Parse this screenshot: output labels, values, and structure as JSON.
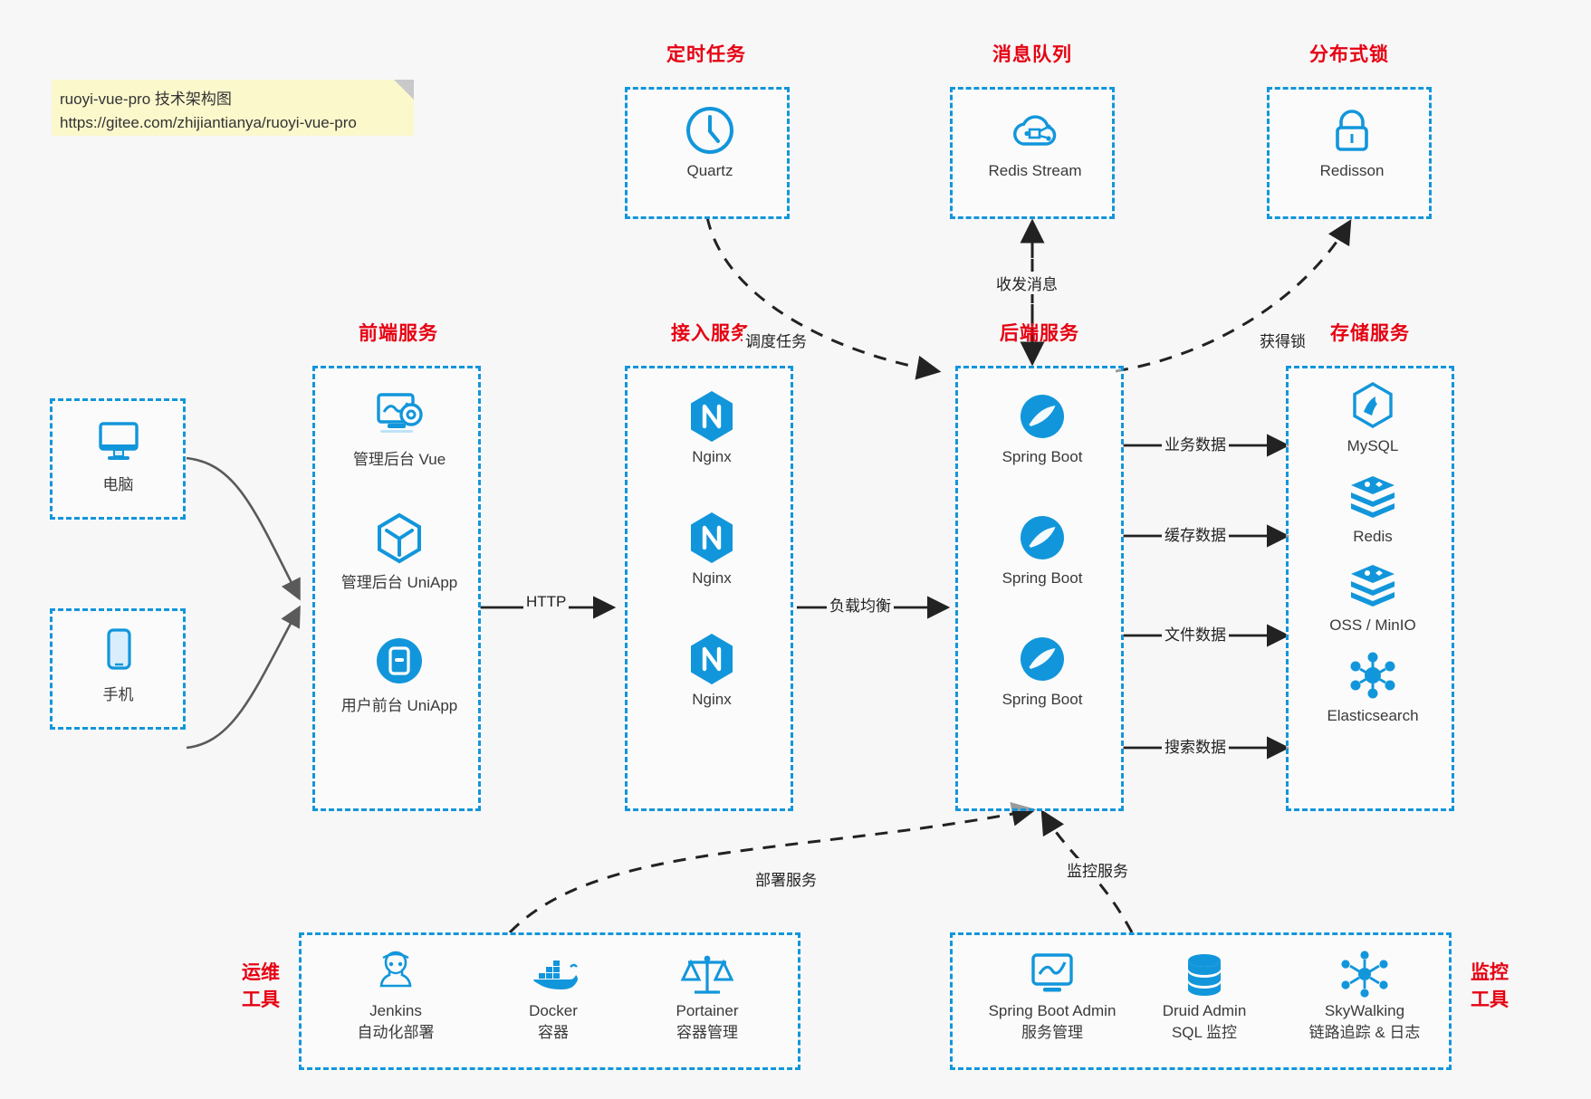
{
  "note": {
    "line1": "ruoyi-vue-pro 技术架构图",
    "line2": "https://gitee.com/zhijiantianya/ruoyi-vue-pro"
  },
  "colors": {
    "accent": "#1296db",
    "title_red": "#e60012",
    "background": "#f7f7f7",
    "note_bg": "#fbf8cc",
    "arrow": "#222222",
    "client_arrow": "#5a5a5a"
  },
  "groups": {
    "schedule": {
      "title": "定时任务",
      "nodes": [
        {
          "label": "Quartz",
          "icon": "clock-icon"
        }
      ]
    },
    "mq": {
      "title": "消息队列",
      "nodes": [
        {
          "label": "Redis Stream",
          "icon": "cloud-stream-icon"
        }
      ]
    },
    "lock": {
      "title": "分布式锁",
      "nodes": [
        {
          "label": "Redisson",
          "icon": "lock-icon"
        }
      ]
    },
    "clients": {
      "nodes": [
        {
          "label": "电脑",
          "icon": "desktop-icon"
        },
        {
          "label": "手机",
          "icon": "mobile-icon"
        }
      ]
    },
    "frontend": {
      "title": "前端服务",
      "nodes": [
        {
          "label": "管理后台 Vue",
          "icon": "dashboard-gear-icon"
        },
        {
          "label": "管理后台 UniApp",
          "icon": "cube-icon"
        },
        {
          "label": "用户前台 UniApp",
          "icon": "app-icon"
        }
      ]
    },
    "gateway": {
      "title": "接入服务",
      "nodes": [
        {
          "label": "Nginx",
          "icon": "nginx-icon"
        },
        {
          "label": "Nginx",
          "icon": "nginx-icon"
        },
        {
          "label": "Nginx",
          "icon": "nginx-icon"
        }
      ]
    },
    "backend": {
      "title": "后端服务",
      "nodes": [
        {
          "label": "Spring Boot",
          "icon": "spring-boot-icon"
        },
        {
          "label": "Spring Boot",
          "icon": "spring-boot-icon"
        },
        {
          "label": "Spring Boot",
          "icon": "spring-boot-icon"
        }
      ]
    },
    "storage": {
      "title": "存储服务",
      "nodes": [
        {
          "label": "MySQL",
          "icon": "mysql-icon"
        },
        {
          "label": "Redis",
          "icon": "redis-icon"
        },
        {
          "label": "OSS / MinIO",
          "icon": "oss-minio-icon"
        },
        {
          "label": "Elasticsearch",
          "icon": "elasticsearch-icon"
        }
      ]
    },
    "devops": {
      "title_line1": "运维",
      "title_line2": "工具",
      "nodes": [
        {
          "label": "Jenkins",
          "sub": "自动化部署",
          "icon": "jenkins-icon"
        },
        {
          "label": "Docker",
          "sub": "容器",
          "icon": "docker-icon"
        },
        {
          "label": "Portainer",
          "sub": "容器管理",
          "icon": "portainer-icon"
        }
      ]
    },
    "monitor": {
      "title_line1": "监控",
      "title_line2": "工具",
      "nodes": [
        {
          "label": "Spring Boot Admin",
          "sub": "服务管理",
          "icon": "monitor-chart-icon"
        },
        {
          "label": "Druid Admin",
          "sub": "SQL 监控",
          "icon": "database-icon"
        },
        {
          "label": "SkyWalking",
          "sub": "链路追踪 & 日志",
          "icon": "skywalking-icon"
        }
      ]
    }
  },
  "edges": {
    "schedule_to_backend": "调度任务",
    "mq_backend": "收发消息",
    "backend_to_lock": "获得锁",
    "front_to_gateway": "HTTP",
    "gateway_to_backend": "负载均衡",
    "backend_to_mysql": "业务数据",
    "backend_to_redis": "缓存数据",
    "backend_to_oss": "文件数据",
    "backend_to_es": "搜索数据",
    "devops_to_backend": "部署服务",
    "monitor_to_backend": "监控服务"
  }
}
